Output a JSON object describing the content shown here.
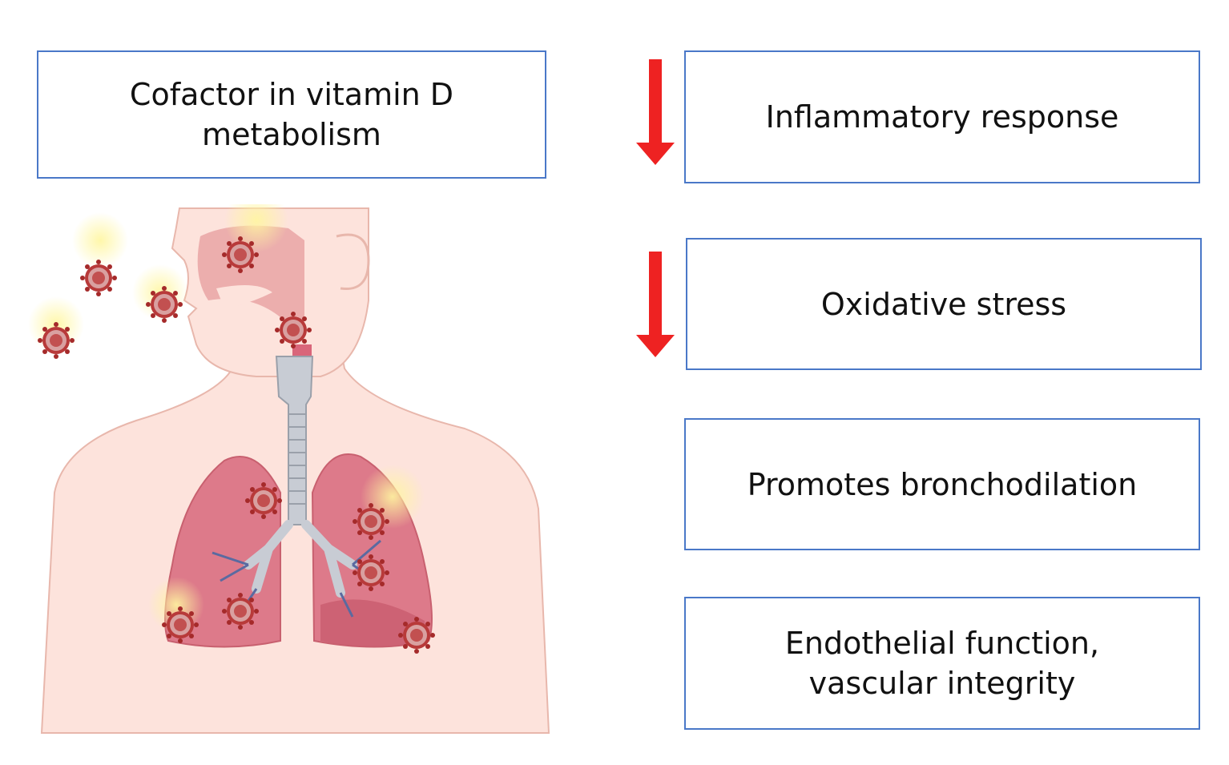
{
  "effects": {
    "cofactor": "Cofactor in vitamin D\nmetabolism",
    "inflammatory": "Inflammatory response",
    "oxidative": "Oxidative stress",
    "bronchodilation": "Promotes bronchodilation",
    "endothelial": "Endothelial function,\nvascular integrity"
  },
  "arrows": {
    "direction": "down",
    "color": "#ee2222",
    "applies_to": [
      "Inflammatory response",
      "Oxidative stress"
    ]
  },
  "colors": {
    "box_border": "#4a78c8",
    "skin": "#fde3dc",
    "lung": "#dd7a8a",
    "virus": "#c0392b"
  },
  "icons": {
    "illustration": "human-respiratory-tract-with-virus-particles",
    "arrow": "red-down-arrow"
  }
}
